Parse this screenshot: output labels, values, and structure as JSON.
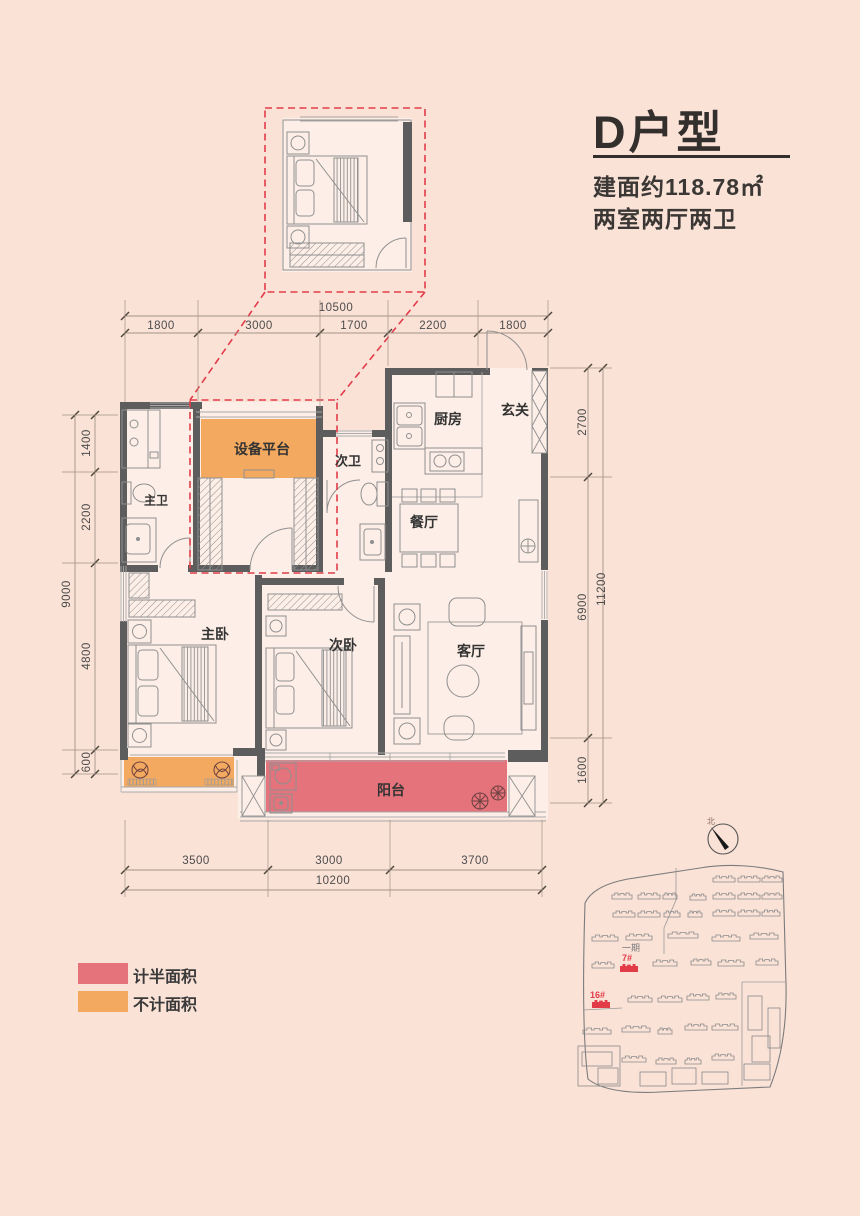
{
  "unit": {
    "title": "D户型",
    "area": "建面约118.78㎡",
    "layout": "两室两厅两卫"
  },
  "rooms": {
    "master_bath": "主卫",
    "equipment_platform": "设备平台",
    "second_bath": "次卫",
    "kitchen": "厨房",
    "entry": "玄关",
    "dining": "餐厅",
    "master_bedroom": "主卧",
    "second_bedroom": "次卧",
    "living": "客厅",
    "balcony": "阳台"
  },
  "dimensions": {
    "top": {
      "total": "10500",
      "segments": [
        "1800",
        "3000",
        "1700",
        "2200",
        "1800"
      ]
    },
    "left": {
      "total": "9000",
      "segments": [
        "1400",
        "2200",
        "4800",
        "600"
      ]
    },
    "right": {
      "total": "11200",
      "segments": [
        "2700",
        "6900",
        "1600"
      ]
    },
    "bottom": {
      "total": "10200",
      "segments": [
        "3500",
        "3000",
        "3700"
      ]
    }
  },
  "legend": {
    "half_area": {
      "label": "计半面积",
      "color": "#e4737c"
    },
    "excluded_area": {
      "label": "不计面积",
      "color": "#f3aa60"
    }
  },
  "site_plan": {
    "phase": "一期",
    "building_7": "7#",
    "building_16": "16#",
    "north": "北"
  },
  "colors": {
    "background": "#fae2d7",
    "floor": "#fdefe7",
    "wall": "#5d5d5d",
    "half_area_fill": "#e4737c",
    "excluded_area_fill": "#f3aa60",
    "highlight_dash": "#e23c49"
  }
}
